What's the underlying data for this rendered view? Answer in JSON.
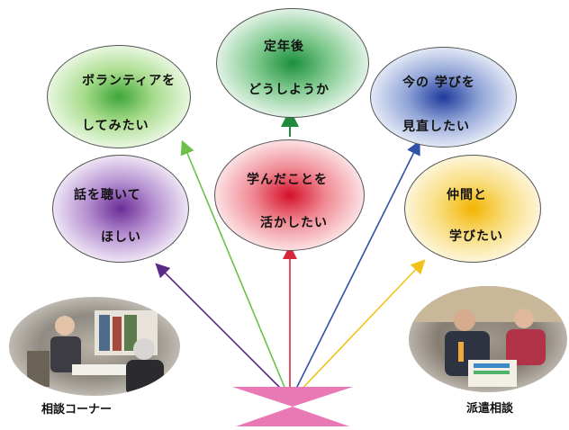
{
  "bubbles": {
    "volunteer": {
      "line1": "ボランティアを",
      "line2": "してみたい",
      "color": "#7bc043"
    },
    "retirement": {
      "line1": "定年後",
      "line2": "どうしようか",
      "color": "#2e9e4f"
    },
    "review": {
      "line1": "今の 学びを",
      "line2": "見直したい",
      "color": "#2f52a8"
    },
    "listen": {
      "line1": "話を聴いて",
      "line2": "ほしい",
      "color": "#7a3fa0"
    },
    "apply": {
      "line1": "学んだことを",
      "line2": "活かしたい",
      "color": "#d9263a"
    },
    "peers": {
      "line1": "仲間と",
      "line2": "学びたい",
      "color": "#f2c21b"
    }
  },
  "captions": {
    "consult_corner": "相談コーナー",
    "dispatch_consult": "派遣相談"
  },
  "center_color": "#e879b4"
}
